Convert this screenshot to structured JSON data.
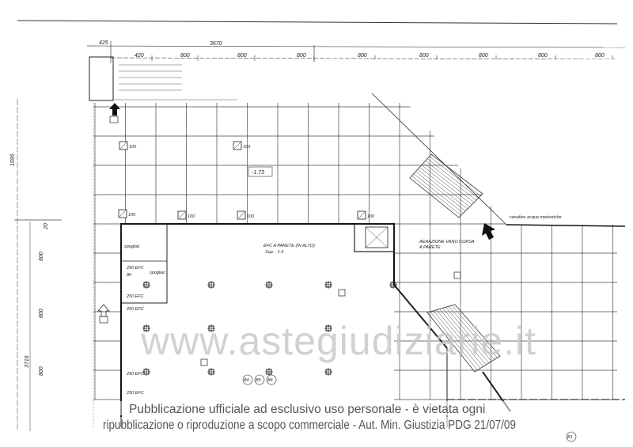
{
  "drawing": {
    "dimensions_top": {
      "overall_left": "425",
      "overall_total": "3670",
      "segments": [
        "420",
        "800",
        "800",
        "800",
        "800",
        "800",
        "800",
        "800",
        "800"
      ]
    },
    "dimensions_left": {
      "upper": "1595",
      "offset": "20",
      "segments": [
        "800",
        "800",
        "800"
      ],
      "total": "3716"
    },
    "level_label": "-1.73",
    "wall_note": "EFC A PARETE (IN ALTO)",
    "wall_note_sup": "Sup. : 1.5",
    "aeration_note_1": "AERAZIONE VANO CORSA",
    "aeration_note_2": "A PARETE",
    "gutter_note": "canaline acque meteoriche",
    "rooms": [
      "spogliat.",
      "spogliat."
    ],
    "fixture_label": "250 EFC",
    "fixture_sub": "80",
    "column_tags": [
      "B4",
      "B5",
      "B6",
      "B1"
    ],
    "small_tag": "100"
  },
  "watermark": "www.astegiudiziarie.it",
  "footer": {
    "line1": "Pubblicazione ufficiale ad esclusivo uso personale - è vietata ogni",
    "line2": "ripubblicazione o riproduzione a scopo commerciale - Aut. Min. Giustizia PDG 21/07/09"
  }
}
